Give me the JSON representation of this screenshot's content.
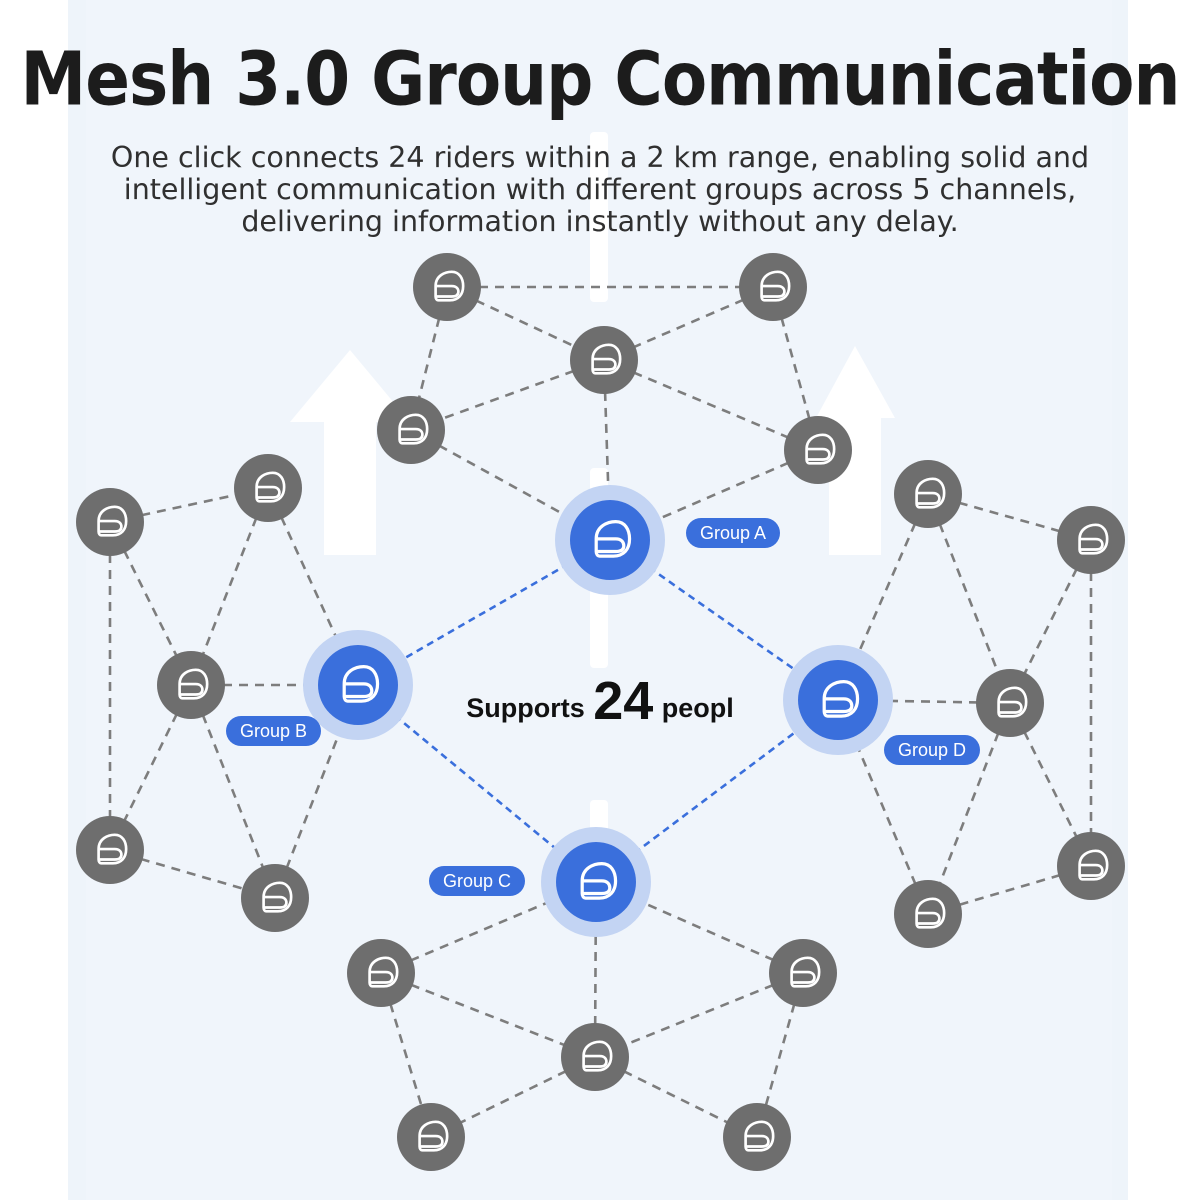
{
  "header": {
    "title": "Mesh 3.0 Group Communication",
    "subtitle_lines": [
      "One click connects 24 riders within a 2 km range, enabling solid and",
      "intelligent communication with different groups across 5 channels,",
      "delivering information instantly without any delay."
    ]
  },
  "center": {
    "prefix": "Supports",
    "count": "24",
    "suffix": "peopl"
  },
  "groups": [
    {
      "id": "A",
      "label": "Group A"
    },
    {
      "id": "B",
      "label": "Group B"
    },
    {
      "id": "C",
      "label": "Group C"
    },
    {
      "id": "D",
      "label": "Group D"
    }
  ],
  "colors": {
    "hub": "#3a6fdc",
    "hub_halo": "#c3d4f3",
    "member": "#6e6e6e",
    "member_link": "#7d7d7d",
    "hub_link": "#3a6fdc",
    "background": "#f0f5fb"
  },
  "icons": {
    "node": "helmet-icon",
    "direction": "up-arrow-icon"
  }
}
